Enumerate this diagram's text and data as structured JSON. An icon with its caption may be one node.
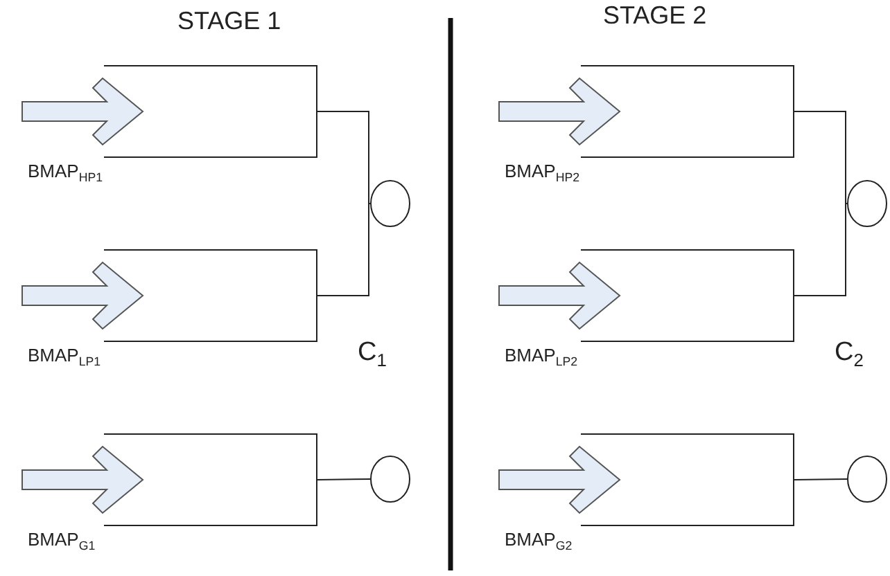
{
  "diagram": {
    "nodes": [
      {
        "text": [],
        "shape": "box"
      },
      {
        "text": [],
        "shape": "circle"
      },
      {
        "text": [],
        "shape": "box"
      },
      {
        "text": [],
        "shape": "box"
      },
      {
        "text": [],
        "shape": "circle"
      },
      {
        "text": [],
        "shape": "box"
      },
      {
        "text": [],
        "shape": "circle"
      },
      {
        "text": [],
        "shape": "box"
      },
      {
        "text": [],
        "shape": "box"
      },
      {
        "text": [],
        "shape": "circle"
      }
    ],
    "edges": [
      {
        "from": null,
        "to": 0,
        "arrow": "to",
        "label": "BMAP$_{HP1}$"
      },
      {
        "from": 0,
        "to": 1,
        "arrow": "none"
      },
      {
        "from": null,
        "to": 2,
        "arrow": "to",
        "label": "BMAP$_{LP1}$"
      },
      {
        "from": 2,
        "to": 1,
        "arrow": "none"
      },
      {
        "from": null,
        "to": 3,
        "arrow": "to",
        "label": "BMAP$_{G1}$"
      },
      {
        "from": 3,
        "to": 4,
        "arrow": "none"
      },
      {
        "from": null,
        "to": 5,
        "arrow": "to",
        "label": "BMAP$_{HP2}$"
      },
      {
        "from": 5,
        "to": 6,
        "arrow": "none"
      },
      {
        "from": null,
        "to": 7,
        "arrow": "to",
        "label": "BMAP$_{LP2}$"
      },
      {
        "from": 7,
        "to": 6,
        "arrow": "none"
      },
      {
        "from": null,
        "to": 8,
        "arrow": "to",
        "label": "BMAP$_{G2}$"
      },
      {
        "from": 8,
        "to": 9,
        "arrow": "none"
      }
    ],
    "labels": [
      "STAGE 1",
      "STAGE 2",
      "C$_{1}$",
      "C$_{2}$"
    ]
  }
}
